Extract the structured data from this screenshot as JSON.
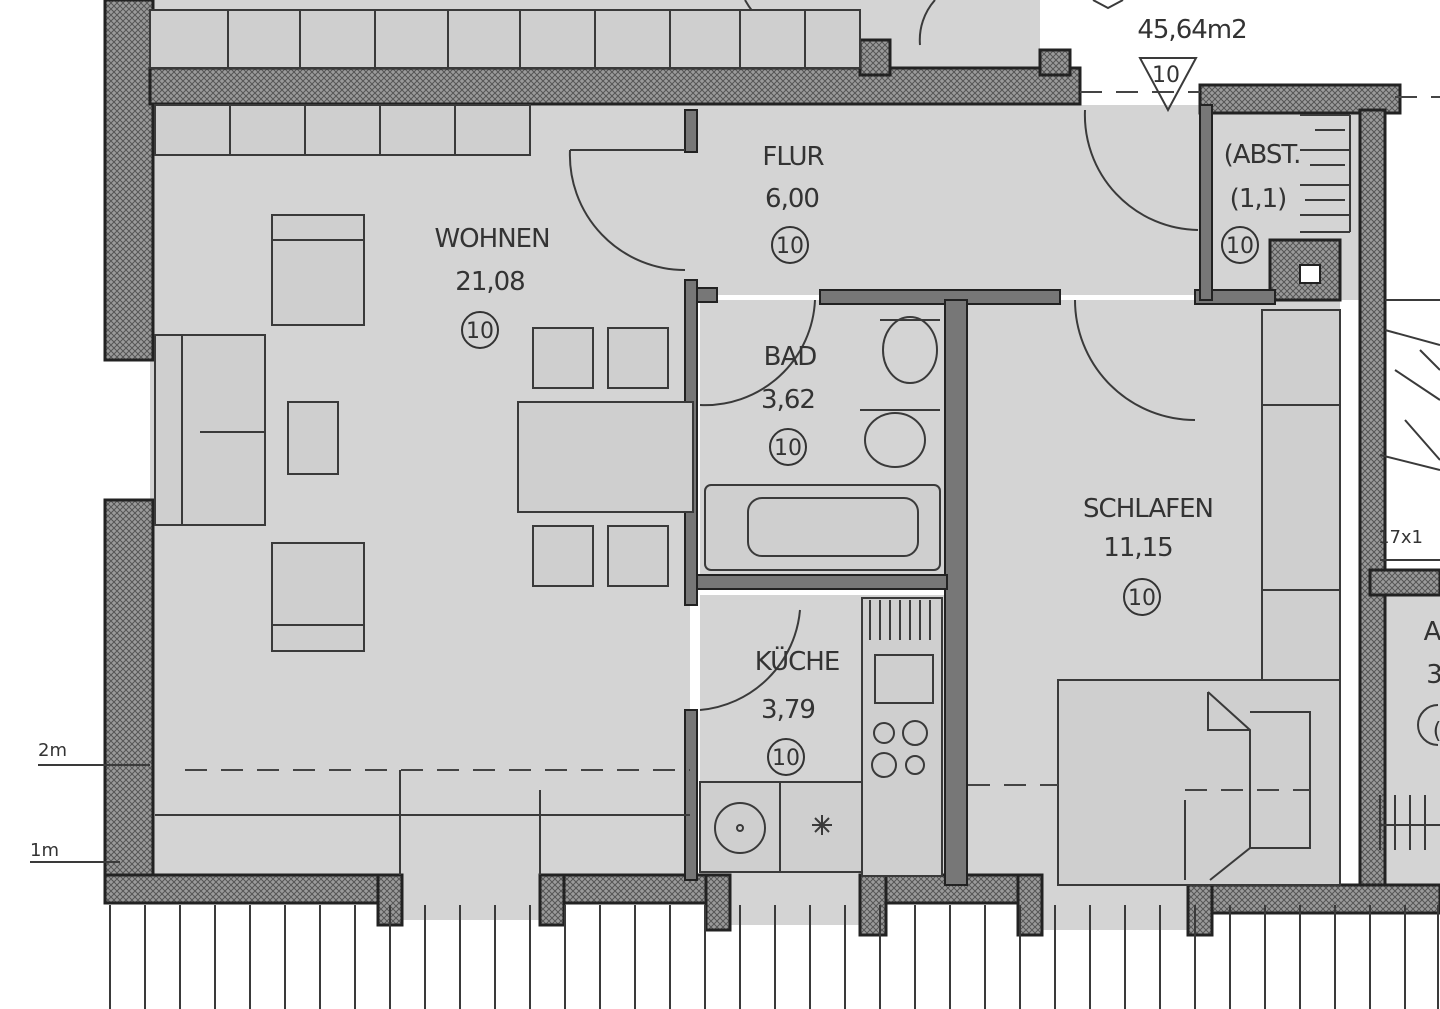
{
  "total_area": "45,64m2",
  "total_marker": "10",
  "rooms": {
    "wohnen": {
      "name": "WOHNEN",
      "area": "21,08",
      "marker": "10"
    },
    "flur": {
      "name": "FLUR",
      "area": "6,00",
      "marker": "10"
    },
    "abst": {
      "name": "(ABST.",
      "area": "(1,1)",
      "marker": "10"
    },
    "bad": {
      "name": "BAD",
      "area": "3,62",
      "marker": "10"
    },
    "kueche": {
      "name": "KÜCHE",
      "area": "3,79",
      "marker": "10"
    },
    "schlafen": {
      "name": "SCHLAFEN",
      "area": "11,15",
      "marker": "10"
    },
    "partial_right": {
      "name": "A",
      "area": "3",
      "marker": "("
    }
  },
  "stair_label": "17x1",
  "scale": {
    "mark_2m": "2m",
    "mark_1m": "1m"
  }
}
